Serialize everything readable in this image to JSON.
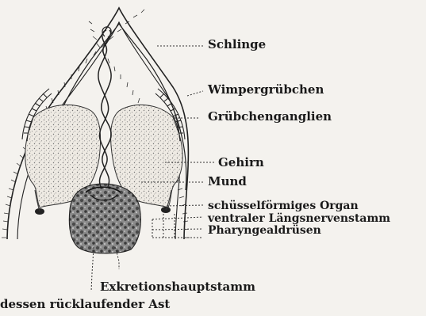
{
  "figure": {
    "labels": {
      "schlinge": "Schlinge",
      "wimpergruebchen": "Wimpergrübchen",
      "gruebchenganglien": "Grübchenganglien",
      "gehirn": "Gehirn",
      "mund": "Mund",
      "schuesselfoermiges_organ": "schüsselförmiges Organ",
      "ventraler_laengsnervenstamm": "ventraler Längsnervenstamm",
      "pharyngealdruesen": "Pharyngealdrüsen",
      "exkretionshauptstamm": "Exkretionshauptstamm",
      "ruecklaufender_ast": "dessen rücklaufender Ast"
    },
    "colors": {
      "ink": "#1a1a1a",
      "paper": "#f4f2ee",
      "stipple": "#6b6b6b"
    }
  }
}
